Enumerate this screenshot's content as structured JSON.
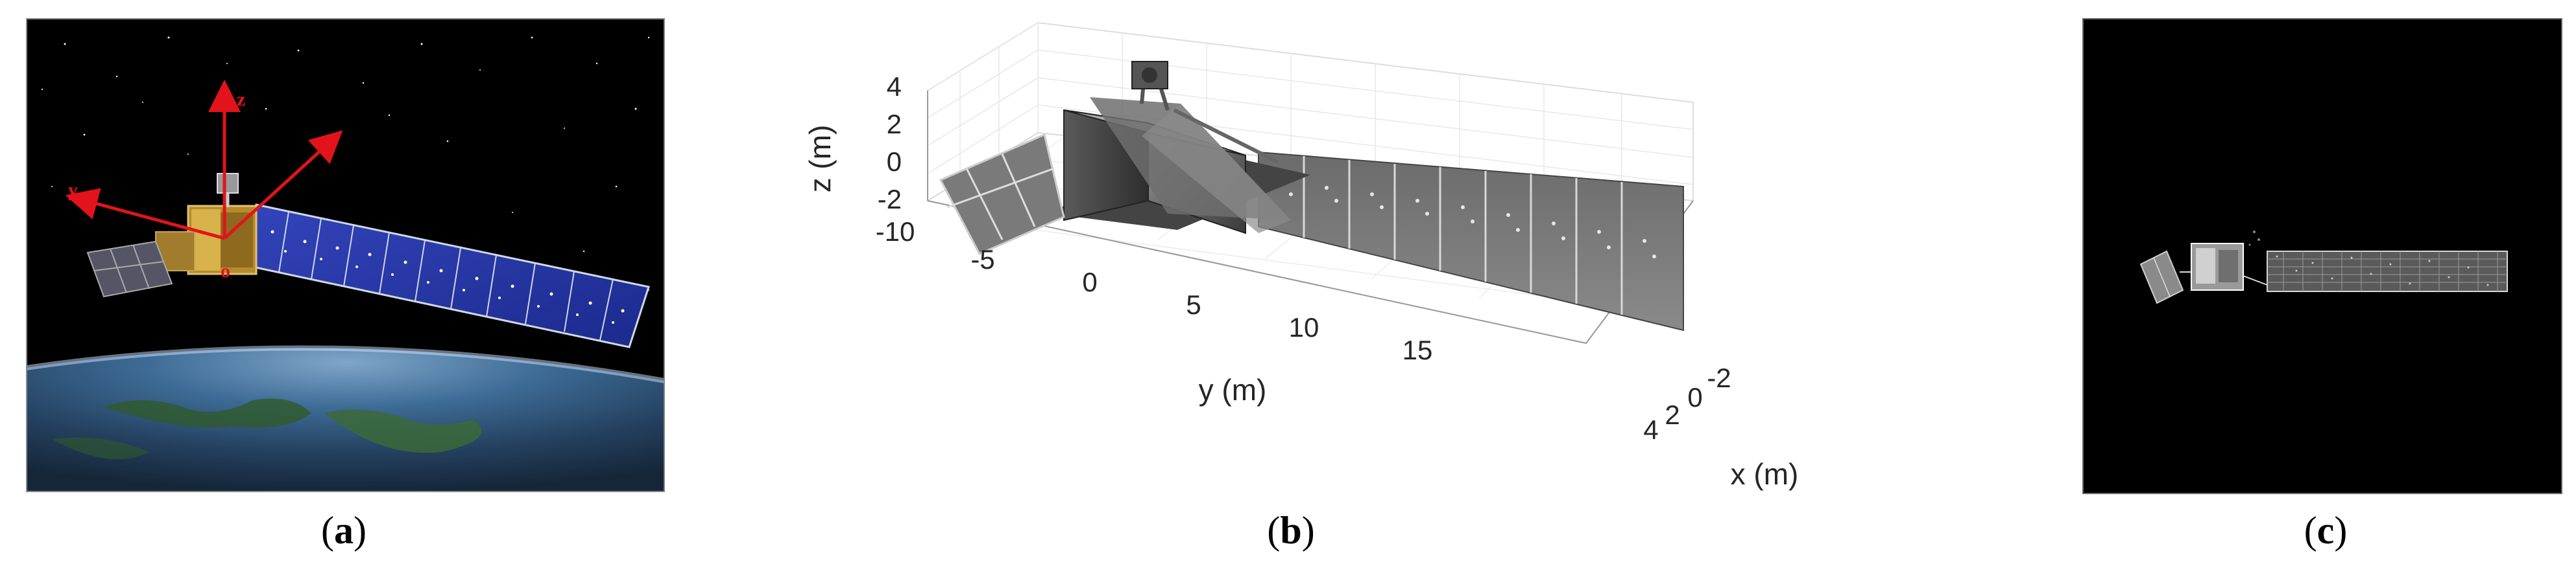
{
  "figure": {
    "panels": [
      {
        "id": "a",
        "caption_open": "(",
        "caption_letter": "a",
        "caption_close": ")",
        "frame_axes": [
          "z",
          "x",
          "y"
        ],
        "origin_label": "o"
      },
      {
        "id": "b",
        "caption_open": "(",
        "caption_letter": "b",
        "caption_close": ")",
        "axes": {
          "zlabel": "z (m)",
          "ylabel": "y (m)",
          "xlabel": "x (m)",
          "z_ticks": [
            "4",
            "2",
            "0",
            "-2"
          ],
          "y_ticks": [
            "-10",
            "-5",
            "0",
            "5",
            "10",
            "15"
          ],
          "x_ticks": [
            "-2",
            "0",
            "2",
            "4"
          ]
        }
      },
      {
        "id": "c",
        "caption_open": "(",
        "caption_letter": "c",
        "caption_close": ")"
      }
    ]
  },
  "colors": {
    "frame_axes": "#e3131b",
    "solar_panel_blue": "#2233aa",
    "space_black": "#000000"
  }
}
